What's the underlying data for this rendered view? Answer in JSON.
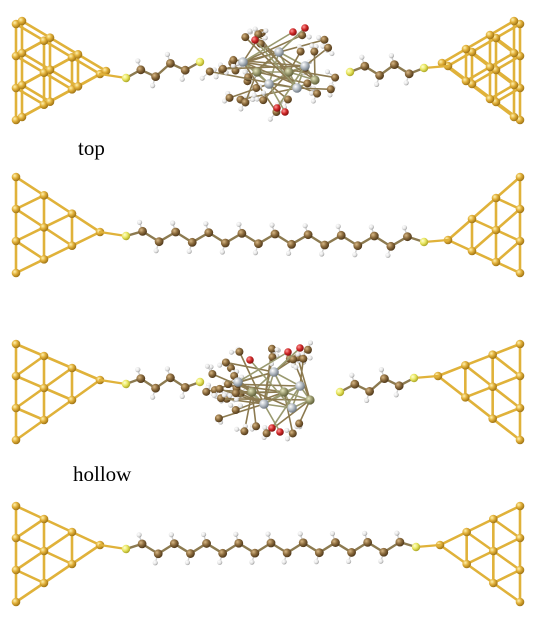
{
  "labels": {
    "top": "top",
    "hollow": "hollow"
  },
  "colors": {
    "gold_atom": "#d9a628",
    "gold_bond": "#e0b23a",
    "sulfur_atom": "#e6e45a",
    "carbon_atom": "#8a6c3e",
    "hydrogen_atom": "#e8e8e8",
    "oxygen_atom": "#d03030",
    "metal_atom": "#a8b0b8",
    "metal_core_atom": "#9a9a6e",
    "backbone_bond": "#8c7a50"
  },
  "panels": [
    {
      "id": "top-with-complex",
      "complex": true
    },
    {
      "id": "top-bare-chain",
      "complex": false
    },
    {
      "id": "hollow-with-complex",
      "complex": true
    },
    {
      "id": "hollow-bare-chain",
      "complex": false
    }
  ]
}
